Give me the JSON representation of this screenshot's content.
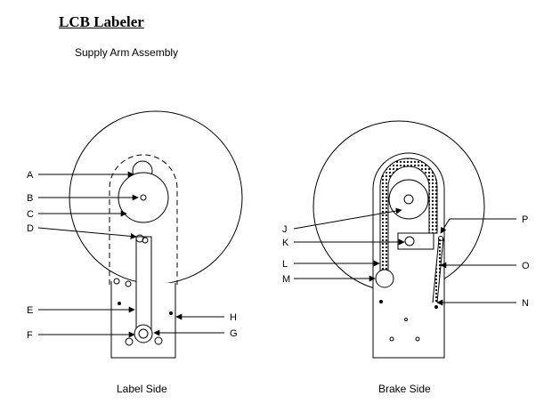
{
  "header": {
    "title": "LCB Labeler",
    "subtitle": "Supply Arm Assembly"
  },
  "left_view": {
    "caption": "Label Side",
    "labels": [
      "A",
      "B",
      "C",
      "D",
      "E",
      "F",
      "G",
      "H"
    ]
  },
  "right_view": {
    "caption": "Brake Side",
    "labels": [
      "J",
      "K",
      "L",
      "M",
      "P",
      "O",
      "N"
    ]
  }
}
